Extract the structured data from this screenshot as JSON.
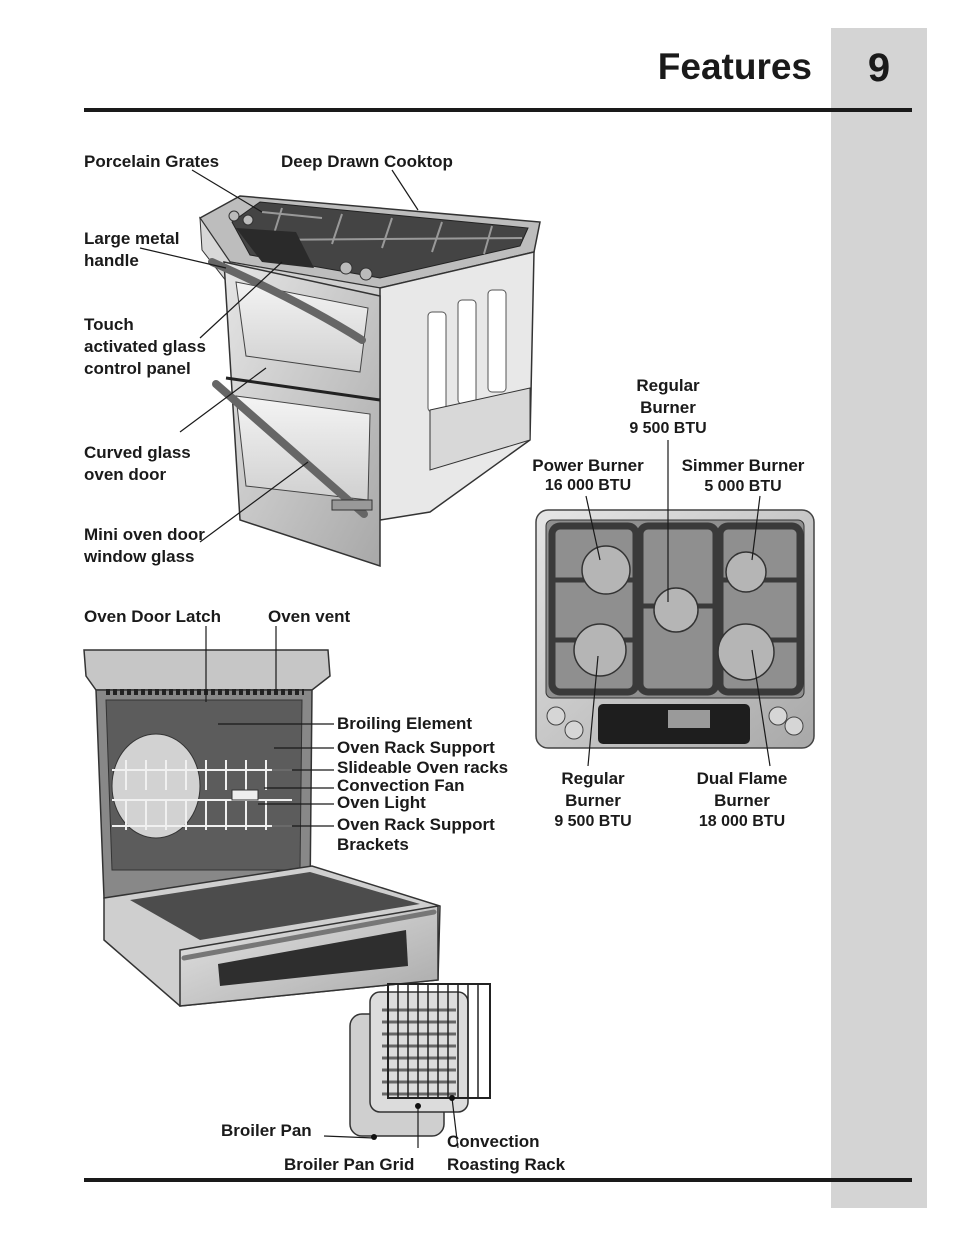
{
  "header": {
    "title": "Features",
    "page_number": "9"
  },
  "range_labels": {
    "porcelain_grates": "Porcelain Grates",
    "deep_drawn_cooktop": "Deep Drawn Cooktop",
    "large_metal_handle": "Large metal\nhandle",
    "touch_panel": "Touch\nactivated glass\ncontrol panel",
    "curved_glass_door": "Curved glass\noven door",
    "mini_oven_glass": "Mini oven door\nwindow glass"
  },
  "oven_labels": {
    "door_latch": "Oven Door Latch",
    "vent": "Oven vent",
    "broiling_element": "Broiling Element",
    "rack_support": "Oven Rack Support",
    "slideable_racks": "Slideable Oven racks",
    "convection_fan": "Convection Fan",
    "oven_light": "Oven Light",
    "rack_support_brackets": "Oven Rack Support\nBrackets"
  },
  "burners": {
    "regular_top": {
      "name": "Regular\nBurner",
      "btu": "9 500 BTU"
    },
    "power": {
      "name": "Power Burner",
      "btu": "16 000 BTU"
    },
    "simmer": {
      "name": "Simmer Burner",
      "btu": "5 000 BTU"
    },
    "regular_bottom": {
      "name": "Regular\nBurner",
      "btu": "9 500 BTU"
    },
    "dual_flame": {
      "name": "Dual Flame\nBurner",
      "btu": "18 000 BTU"
    }
  },
  "pan_labels": {
    "broiler_pan": "Broiler Pan",
    "broiler_pan_grid": "Broiler Pan Grid",
    "convection_roasting_rack": "Convection\nRoasting Rack"
  },
  "colors": {
    "side_tab": "#d4d4d4",
    "text": "#1a1a1a",
    "steel": "#c9c9c9"
  }
}
